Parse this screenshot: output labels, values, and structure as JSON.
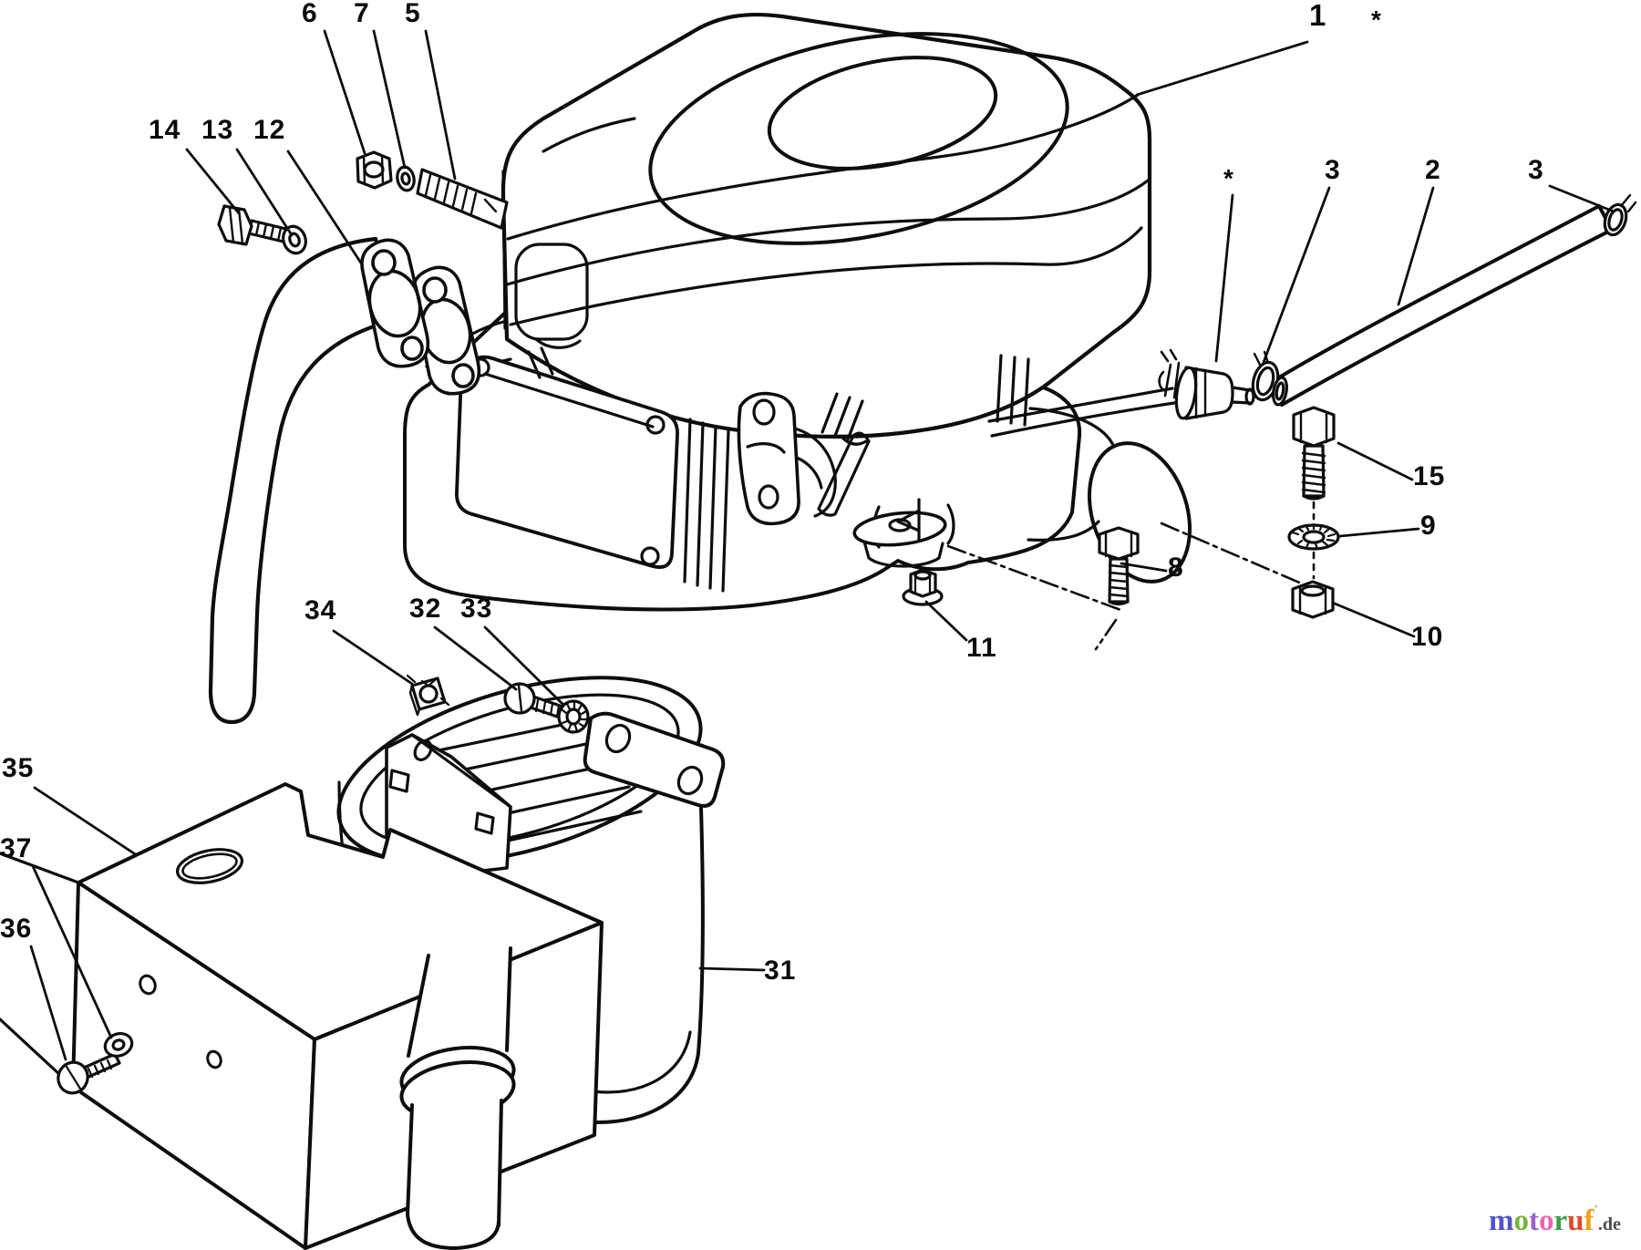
{
  "diagram": {
    "background": "#ffffff",
    "line_color": "#0d0d0d",
    "labels": {
      "n1": "1",
      "n2": "2",
      "n3": "3",
      "n5": "5",
      "n6": "6",
      "n7": "7",
      "n8": "8",
      "n9": "9",
      "n10": "10",
      "n11": "11",
      "n12": "12",
      "n13": "13",
      "n14": "14",
      "n15": "15",
      "n31": "31",
      "n32": "32",
      "n33": "33",
      "n34": "34",
      "n35": "35",
      "n36": "36",
      "n37": "37",
      "asterisk": "*"
    }
  },
  "watermark": {
    "letters": [
      {
        "ch": "m",
        "style": "color:#4f55c8"
      },
      {
        "ch": "o",
        "style": "color:#79b340"
      },
      {
        "ch": "t",
        "style": "color:#9a63cb"
      },
      {
        "ch": "o",
        "style": "color:#e966b0"
      },
      {
        "ch": "r",
        "style": "color:#3f9e49"
      },
      {
        "ch": "u",
        "style": "color:#e14a2d"
      },
      {
        "ch": "f",
        "style": "color:#efa11d"
      }
    ],
    "mark": "˚",
    "mark_style": "color:#9a9a9a",
    "suffix": ".de",
    "suffix_style": "color:#4a4b50"
  }
}
